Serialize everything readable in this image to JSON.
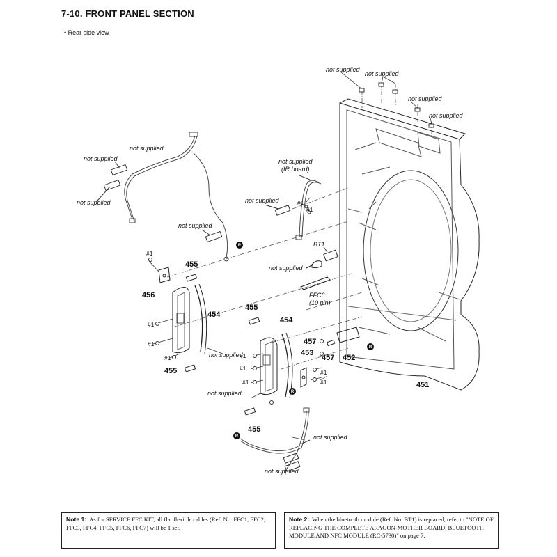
{
  "page": {
    "title": "7-10. FRONT PANEL SECTION",
    "subtitle": "•  Rear side view"
  },
  "labels": {
    "not_supplied": "not supplied",
    "ir_board": "(IR board)",
    "bt1": "BT1",
    "ffc6": "FFC6",
    "ffc6_pin": "(10 pin)",
    "screw_1": "#1",
    "screw_r": "R"
  },
  "refs": {
    "r451": "451",
    "r452": "452",
    "r453": "453",
    "r454": "454",
    "r455": "455",
    "r456": "456",
    "r457": "457"
  },
  "notes": {
    "note1_head": "Note 1:",
    "note1_text": "As for SERVICE FFC KIT, all flat flexible cables (Ref. No. FFC1, FFC2, FFC3, FFC4, FFC5, FFC6, FFC7) will be 1 set.",
    "note2_head": "Note 2:",
    "note2_text": "When the bluetooth module (Ref. No. BT1) is replaced, refer to \"NOTE OF REPLACING THE COMPLETE ARAGON-MOTHER BOARD, BLUETOOTH MODULE AND NFC MODULE (RC-5730)\" on page 7."
  }
}
